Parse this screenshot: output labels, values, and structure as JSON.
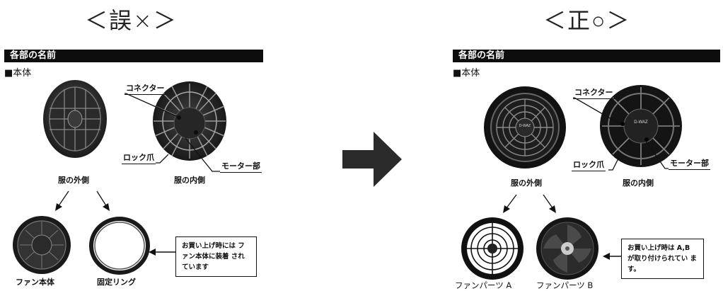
{
  "wrong": {
    "heading": "＜誤×＞",
    "section_bar": "各部の名前",
    "subhead": "■本体",
    "labels": {
      "connector": "コネクター",
      "lock_claw": "ロック爪",
      "motor": "モーター部"
    },
    "captions": {
      "outside": "服の外側",
      "inside": "服の内側",
      "fan_body": "ファン本体",
      "ring": "固定リング"
    },
    "note": "お買い上げ時には ファン本体に装着 されています"
  },
  "right": {
    "heading": "＜正○＞",
    "section_bar": "各部の名前",
    "subhead": "■本体",
    "labels": {
      "connector": "コネクター",
      "lock_claw": "ロック爪",
      "motor": "モーター部"
    },
    "captions": {
      "outside": "服の外側",
      "inside": "服の内側",
      "fan_a": "ファンパーツ A",
      "fan_b": "ファンパーツ B"
    },
    "note": "お買い上げ時は A,B が取り付けられてい ます。",
    "logo": "D-WAZ"
  },
  "arrow": "right-arrow-icon"
}
